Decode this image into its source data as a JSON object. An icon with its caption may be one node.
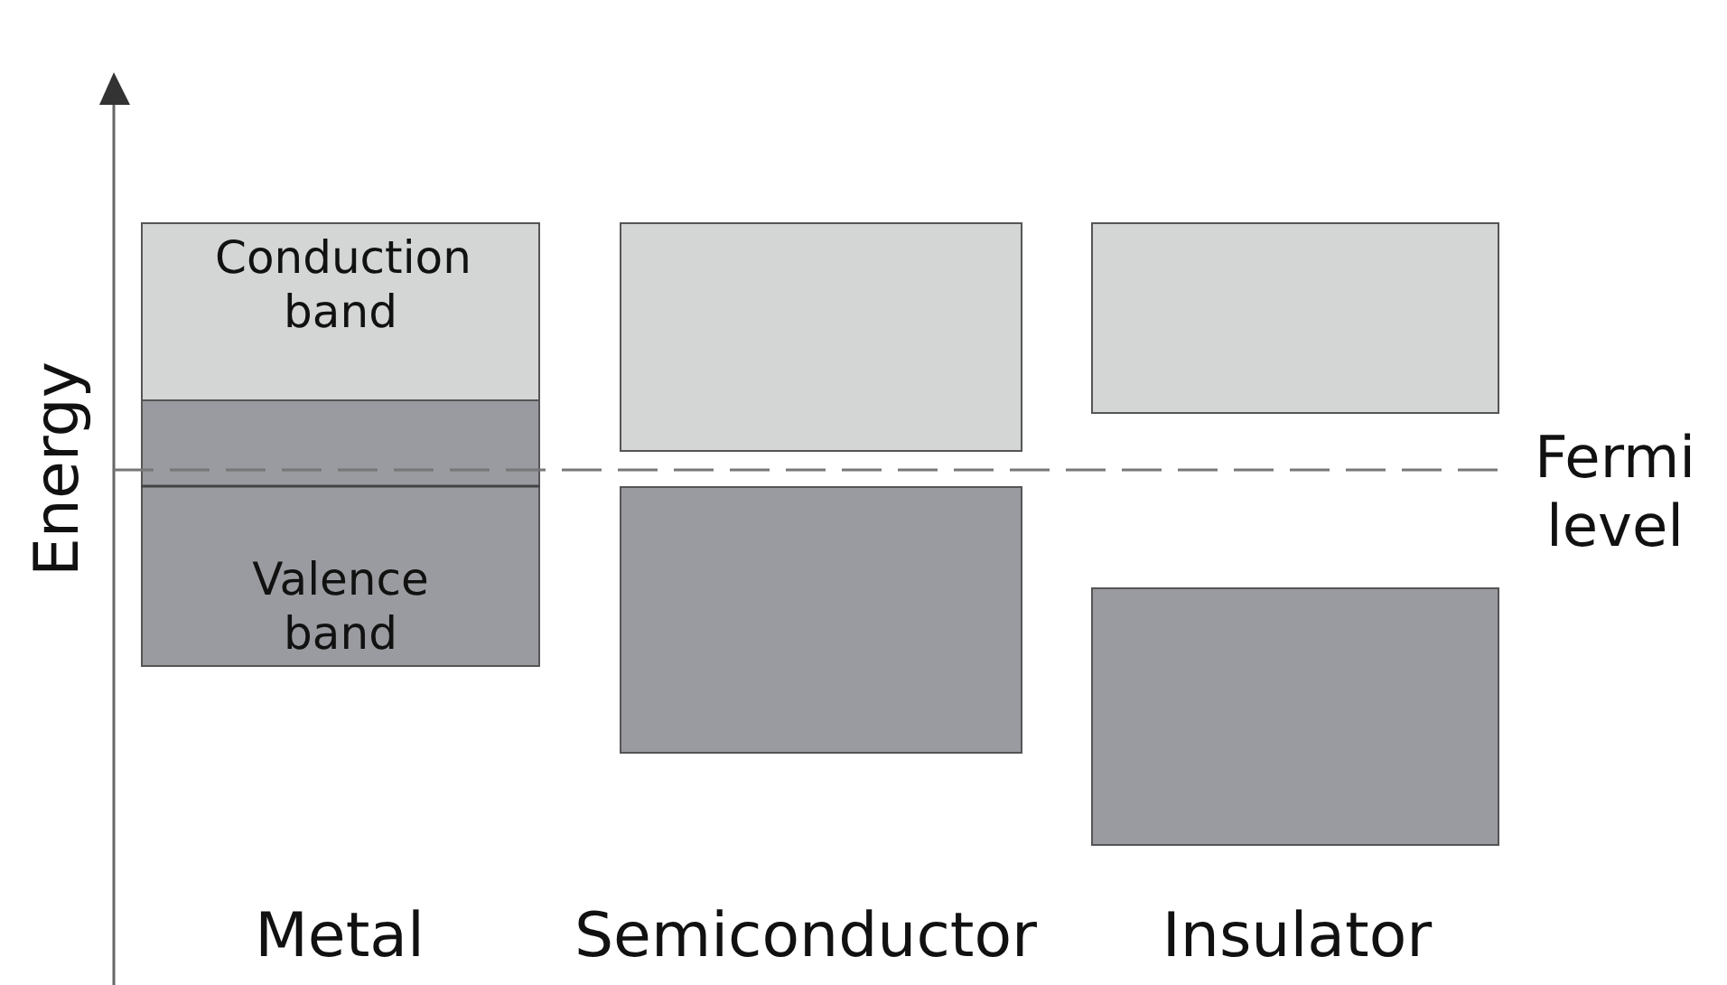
{
  "diagram": {
    "nodes": [
      {
        "text": [
          "Conduction band"
        ]
      },
      {
        "text": [
          "Valence band"
        ]
      },
      {
        "text": [],
        "shape": "box"
      },
      {
        "text": [],
        "shape": "box"
      },
      {
        "text": [],
        "shape": "box"
      },
      {
        "text": [],
        "shape": "box"
      }
    ],
    "edges": [],
    "labels": [
      "Energy",
      "Fermi level",
      "Metal",
      "Semiconductor",
      "Insulator"
    ]
  }
}
